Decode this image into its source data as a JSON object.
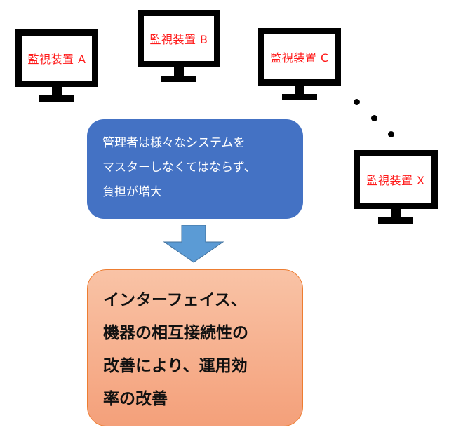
{
  "monitors": [
    {
      "label": "監視装置 A"
    },
    {
      "label": "監視装置 B"
    },
    {
      "label": "監視装置 C"
    },
    {
      "label": "監視装置 X"
    }
  ],
  "problem": {
    "lines": [
      "管理者は様々なシステムを",
      "マスターしなくてはならず、",
      "負担が増大"
    ]
  },
  "solution": {
    "lines": [
      "インターフェイス、",
      "機器の相互接続性の",
      "改善により、運用効",
      "率の改善"
    ]
  },
  "colors": {
    "problem_box": "#4472c4",
    "solution_box": "#f4a07a",
    "solution_border": "#ed7d31",
    "arrow": "#5b9bd5",
    "monitor_label": "#ff1a1a"
  }
}
